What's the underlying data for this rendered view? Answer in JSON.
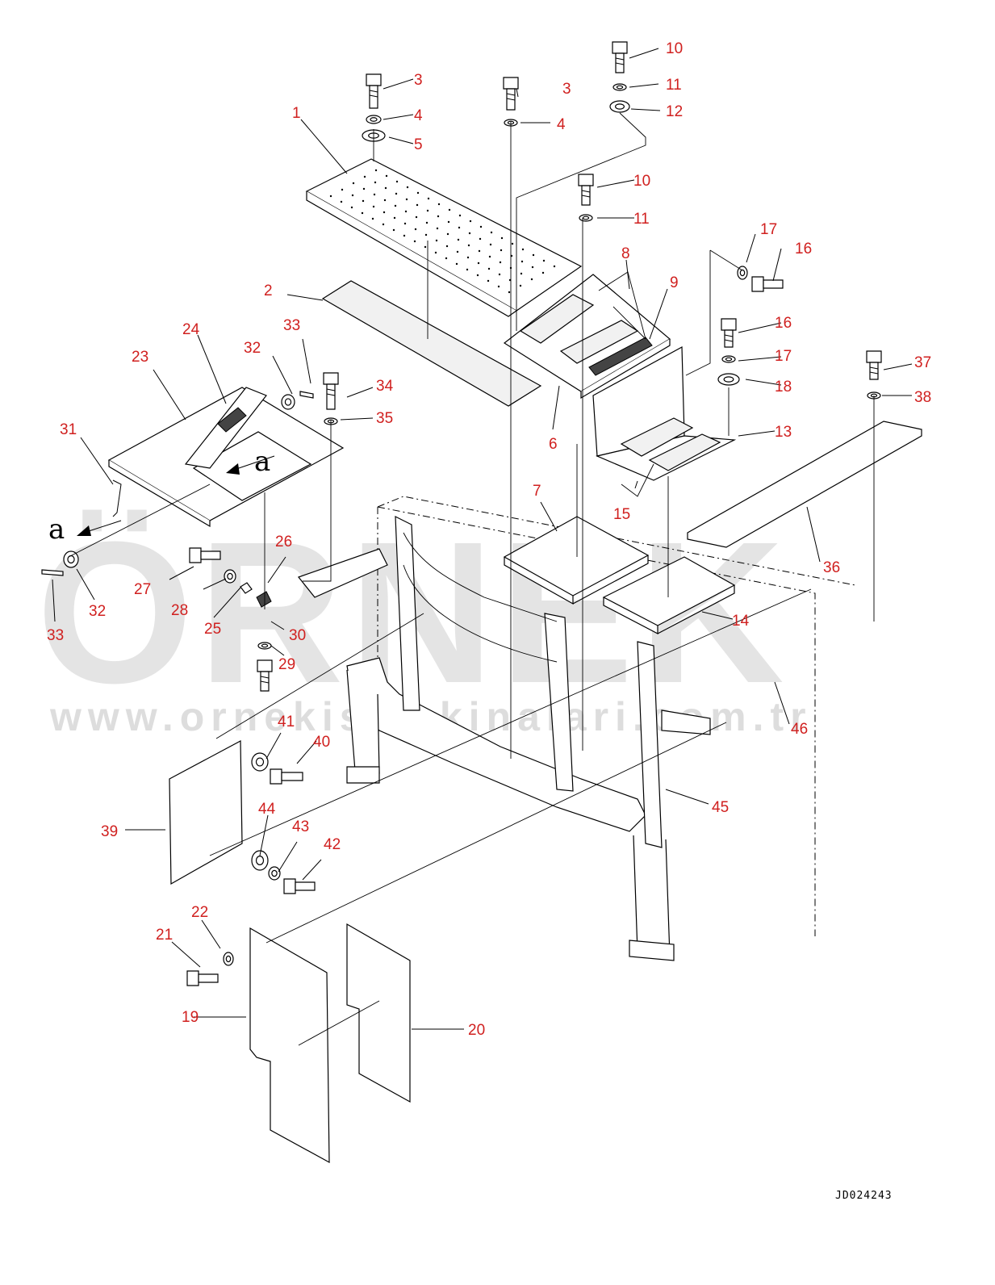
{
  "watermark": {
    "logo": "ÖRNEK",
    "url": "www.ornekismakinalari.com.tr",
    "accent_color": "#ffd000"
  },
  "drawing_code": "JD024243",
  "view_letter_a": "a",
  "colors": {
    "callout": "#d0201f",
    "line": "#000000"
  },
  "callouts": [
    "1",
    "2",
    "3",
    "3",
    "4",
    "4",
    "5",
    "6",
    "7",
    "8",
    "9",
    "10",
    "10",
    "11",
    "11",
    "12",
    "13",
    "14",
    "15",
    "16",
    "16",
    "17",
    "17",
    "18",
    "19",
    "20",
    "21",
    "22",
    "23",
    "24",
    "25",
    "26",
    "27",
    "28",
    "29",
    "30",
    "31",
    "32",
    "32",
    "33",
    "33",
    "34",
    "35",
    "36",
    "37",
    "38",
    "39",
    "40",
    "41",
    "42",
    "43",
    "44",
    "45",
    "46"
  ]
}
